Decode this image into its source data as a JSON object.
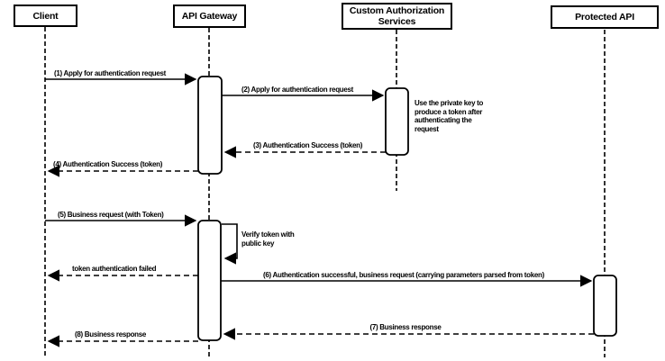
{
  "diagram": {
    "type": "sequence-diagram",
    "colors": {
      "line": "#000000",
      "background": "#ffffff",
      "box_fill": "#ffffff",
      "text": "#000000"
    },
    "participants": [
      {
        "label": "Client"
      },
      {
        "label": "API Gateway"
      },
      {
        "label": "Custom Authorization Services"
      },
      {
        "label": "Protected API"
      }
    ],
    "messages": [
      {
        "label": "(1) Apply for authentication request",
        "from": "Client",
        "to": "API Gateway",
        "style": "solid"
      },
      {
        "label": "(2) Apply for authentication request",
        "from": "API Gateway",
        "to": "Custom Authorization Services",
        "style": "solid"
      },
      {
        "label": "(3) Authentication Success (token)",
        "from": "Custom Authorization Services",
        "to": "API Gateway",
        "style": "dashed"
      },
      {
        "label": "(4) Authentication Success (token)",
        "from": "API Gateway",
        "to": "Client",
        "style": "dashed"
      },
      {
        "label": "(5) Business request (with Token)",
        "from": "Client",
        "to": "API Gateway",
        "style": "solid"
      },
      {
        "label": "Verify token with public key",
        "from": "API Gateway",
        "to": "API Gateway",
        "style": "self-loop"
      },
      {
        "label": "token authentication failed",
        "from": "API Gateway",
        "to": "Client",
        "style": "dashed"
      },
      {
        "label": "(6) Authentication successful, business request (carrying parameters parsed from token)",
        "from": "API Gateway",
        "to": "Protected API",
        "style": "solid"
      },
      {
        "label": "(7) Business response",
        "from": "Protected API",
        "to": "API Gateway",
        "style": "dashed"
      },
      {
        "label": "(8) Business response",
        "from": "API Gateway",
        "to": "Client",
        "style": "dashed"
      }
    ],
    "note": "Use the private key to produce a token after authenticating the request"
  }
}
